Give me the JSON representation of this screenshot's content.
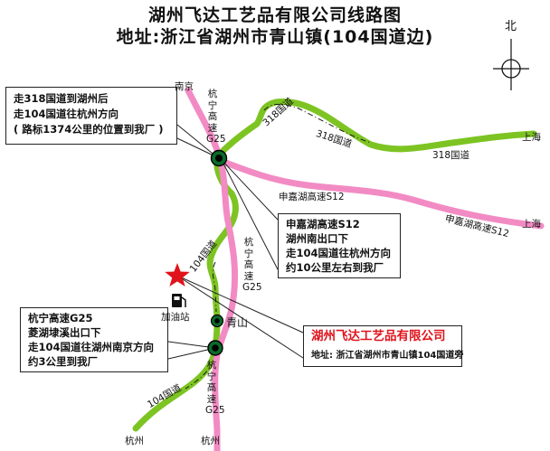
{
  "title": {
    "line1": "湖州飞达工艺品有限公司线路图",
    "line2": "地址:浙江省湖州市青山镇(104国道边)"
  },
  "compass": {
    "label": "北"
  },
  "colors": {
    "national_road": "#7dc423",
    "expressway": "#f28bc4",
    "marker": "#0b6b2a",
    "star": "#e0121b",
    "company_name": "#e0121b"
  },
  "callouts": {
    "route_318": {
      "line1": "走318国道到湖州后",
      "line2": "走104国道往杭州方向",
      "line3": "( 路标1374公里的位置到我厂 )"
    },
    "route_s12": {
      "line1": "申嘉湖高速S12",
      "line2": "湖州南出口下",
      "line3": "走104国道往杭州方向",
      "line4": "约10公里左右到我厂"
    },
    "route_g25": {
      "line1": "杭宁高速G25",
      "line2": "菱湖埭溪出口下",
      "line3": "走104国道往湖州南京方向",
      "line4": "约3公里到我厂"
    },
    "company": {
      "name": "湖州飞达工艺品有限公司",
      "address": "地址: 浙江省湖州市青山镇104国道旁"
    }
  },
  "labels": {
    "nanjing": "南京",
    "shanghai_top": "上海",
    "shanghai_mid": "上海",
    "hangzhou_left": "杭州",
    "hangzhou_bottom": "杭州",
    "road_318_a": "318国道",
    "road_318_b": "318国道",
    "road_318_c": "318国道",
    "road_s12_a": "申嘉湖高速S12",
    "road_s12_b": "申嘉湖高速S12",
    "road_104_mid": "104国道",
    "road_104_bottom": "104国道",
    "g25_top": "杭宁高速G25",
    "g25_mid": "杭宁高速G25",
    "g25_bottom": "杭宁高速G25",
    "qingshan": "青山",
    "gas_station": "加油站"
  },
  "icons": {
    "star": "company-location-star",
    "gas": "gas-pump-icon",
    "junction": "interchange-marker-icon"
  }
}
